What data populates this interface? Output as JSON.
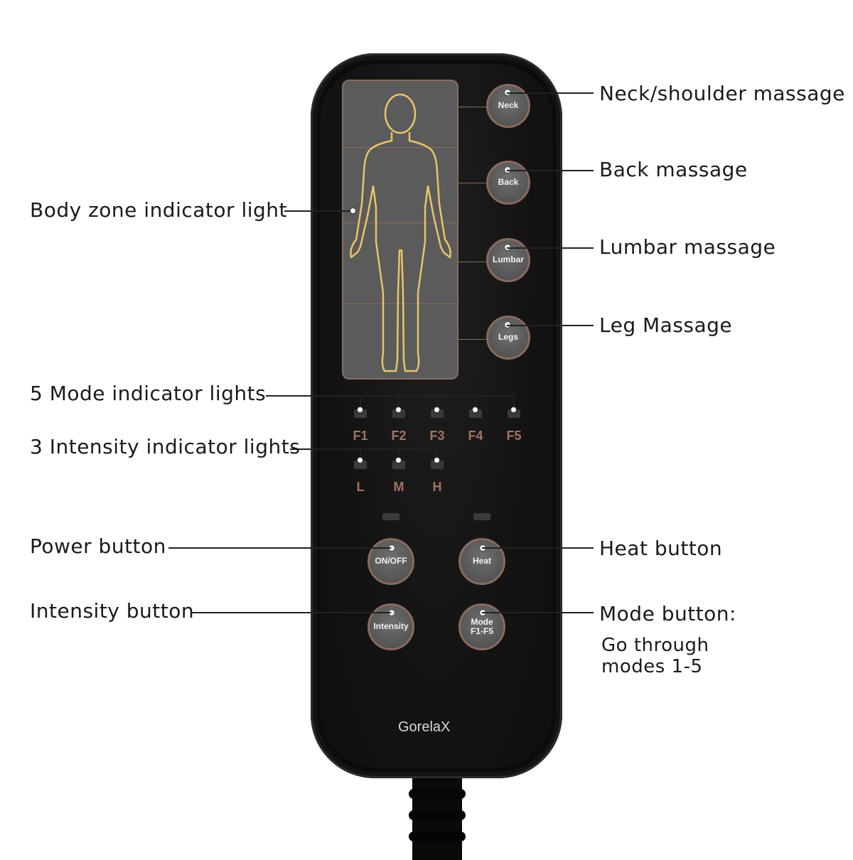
{
  "brand": "GorelaX",
  "callouts": {
    "neck": "Neck/shoulder massage",
    "back": "Back massage",
    "lumbar": "Lumbar massage",
    "legs": "Leg Massage",
    "body_zone": "Body zone indicator light",
    "mode_lights": "5 Mode indicator lights",
    "intensity_lights": "3 Intensity indicator lights",
    "power": "Power button",
    "intensity": "Intensity button",
    "heat": "Heat button",
    "mode": "Mode button:",
    "mode_desc_1": "Go through",
    "mode_desc_2": "modes 1-5"
  },
  "buttons": {
    "neck": "Neck",
    "back": "Back",
    "lumbar": "Lumbar",
    "legs": "Legs",
    "onoff": "ON/OFF",
    "heat": "Heat",
    "intensity": "Intensity",
    "mode_1": "Mode",
    "mode_2": "F1-F5"
  },
  "modes": [
    "F1",
    "F2",
    "F3",
    "F4",
    "F5"
  ],
  "intensity_levels": [
    "L",
    "M",
    "H"
  ],
  "colors": {
    "remote_body": "#0b0b0b",
    "button_ring": "#8a6a5c",
    "label_color": "#a37462",
    "body_outline": "#e8c46a"
  }
}
